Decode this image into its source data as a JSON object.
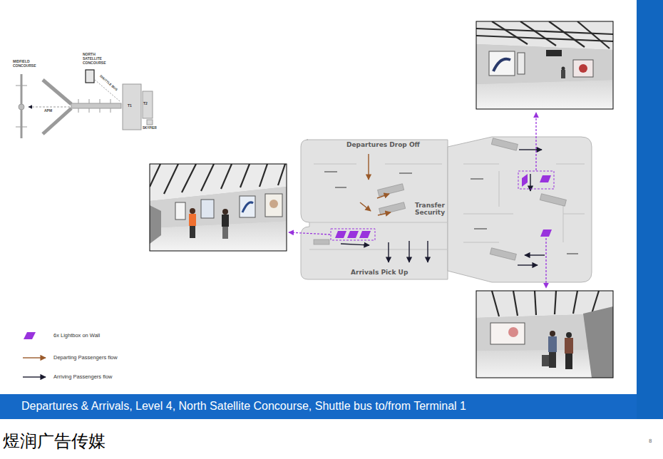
{
  "diagram": {
    "title": "Departures & Arrivals, Level 4, North Satellite Concourse, Shuttle bus to/from Terminal 1",
    "labels": [
      "Departures Drop Off",
      "Transfer Security",
      "Arrivals Pick Up",
      "MIDFIELD CONCOURSE",
      "NORTH SATELLITE CONCOURSE",
      "SHUTTLE BUS",
      "APM",
      "T1",
      "T2",
      "SKYPIER",
      "8",
      "煜润广告传媒"
    ],
    "legend": [
      {
        "text": "6x Lightbox on Wall",
        "color": "#9933dd"
      },
      {
        "text": "Departing Passengers flow"
      },
      {
        "text": "Arriving Passengers flow"
      }
    ]
  }
}
